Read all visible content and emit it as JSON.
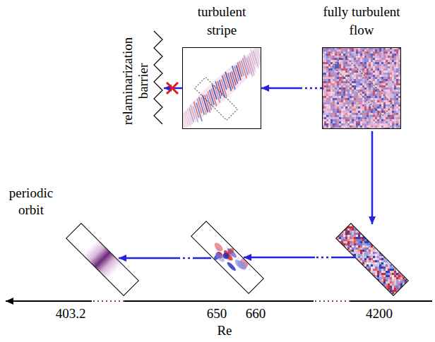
{
  "diagram": {
    "nodes": [
      {
        "text": [
          "relaminarization barrier"
        ]
      },
      {
        "text": [
          "turbulent stripe"
        ]
      },
      {
        "text": [
          "fully turbulent flow"
        ]
      },
      {
        "text": [
          "periodic orbit"
        ]
      }
    ],
    "edges": [
      {
        "from": 2,
        "to": 1,
        "arrow": "to"
      },
      {
        "from": 1,
        "to": 0,
        "arrow": "to"
      }
    ],
    "labels": [
      "403.2",
      "650",
      "660",
      "4200",
      "Re"
    ]
  }
}
